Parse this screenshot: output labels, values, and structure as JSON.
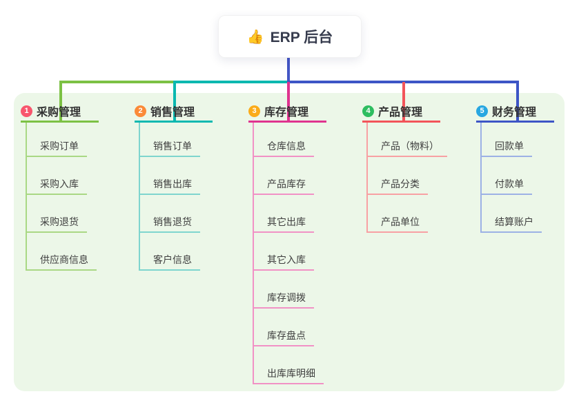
{
  "root": {
    "icon": "👍",
    "label": "ERP 后台"
  },
  "panel": {
    "bg": "#ecf7e8"
  },
  "connector": {
    "stem_color": "#4456c5"
  },
  "branches": [
    {
      "num": "1",
      "label": "采购管理",
      "badge_color": "#f8566d",
      "line_color": "#7cc144",
      "child_line_color": "#a9d884",
      "children": [
        "采购订单",
        "采购入库",
        "采购退货",
        "供应商信息"
      ]
    },
    {
      "num": "2",
      "label": "销售管理",
      "badge_color": "#fb8a38",
      "line_color": "#0bb8b0",
      "child_line_color": "#7ed5ce",
      "children": [
        "销售订单",
        "销售出库",
        "销售退货",
        "客户信息"
      ]
    },
    {
      "num": "3",
      "label": "库存管理",
      "badge_color": "#fbab19",
      "line_color": "#df338f",
      "child_line_color": "#f191c5",
      "children": [
        "仓库信息",
        "产品库存",
        "其它出库",
        "其它入库",
        "库存调拨",
        "库存盘点",
        "出库库明细"
      ]
    },
    {
      "num": "4",
      "label": "产品管理",
      "badge_color": "#2ebd60",
      "line_color": "#f2545a",
      "child_line_color": "#f8a0a3",
      "children": [
        "产品（物料）",
        "产品分类",
        "产品单位"
      ]
    },
    {
      "num": "5",
      "label": "财务管理",
      "badge_color": "#28a7e1",
      "line_color": "#3d55c6",
      "child_line_color": "#9cb1e5",
      "children": [
        "回款单",
        "付款单",
        "结算账户"
      ]
    }
  ]
}
